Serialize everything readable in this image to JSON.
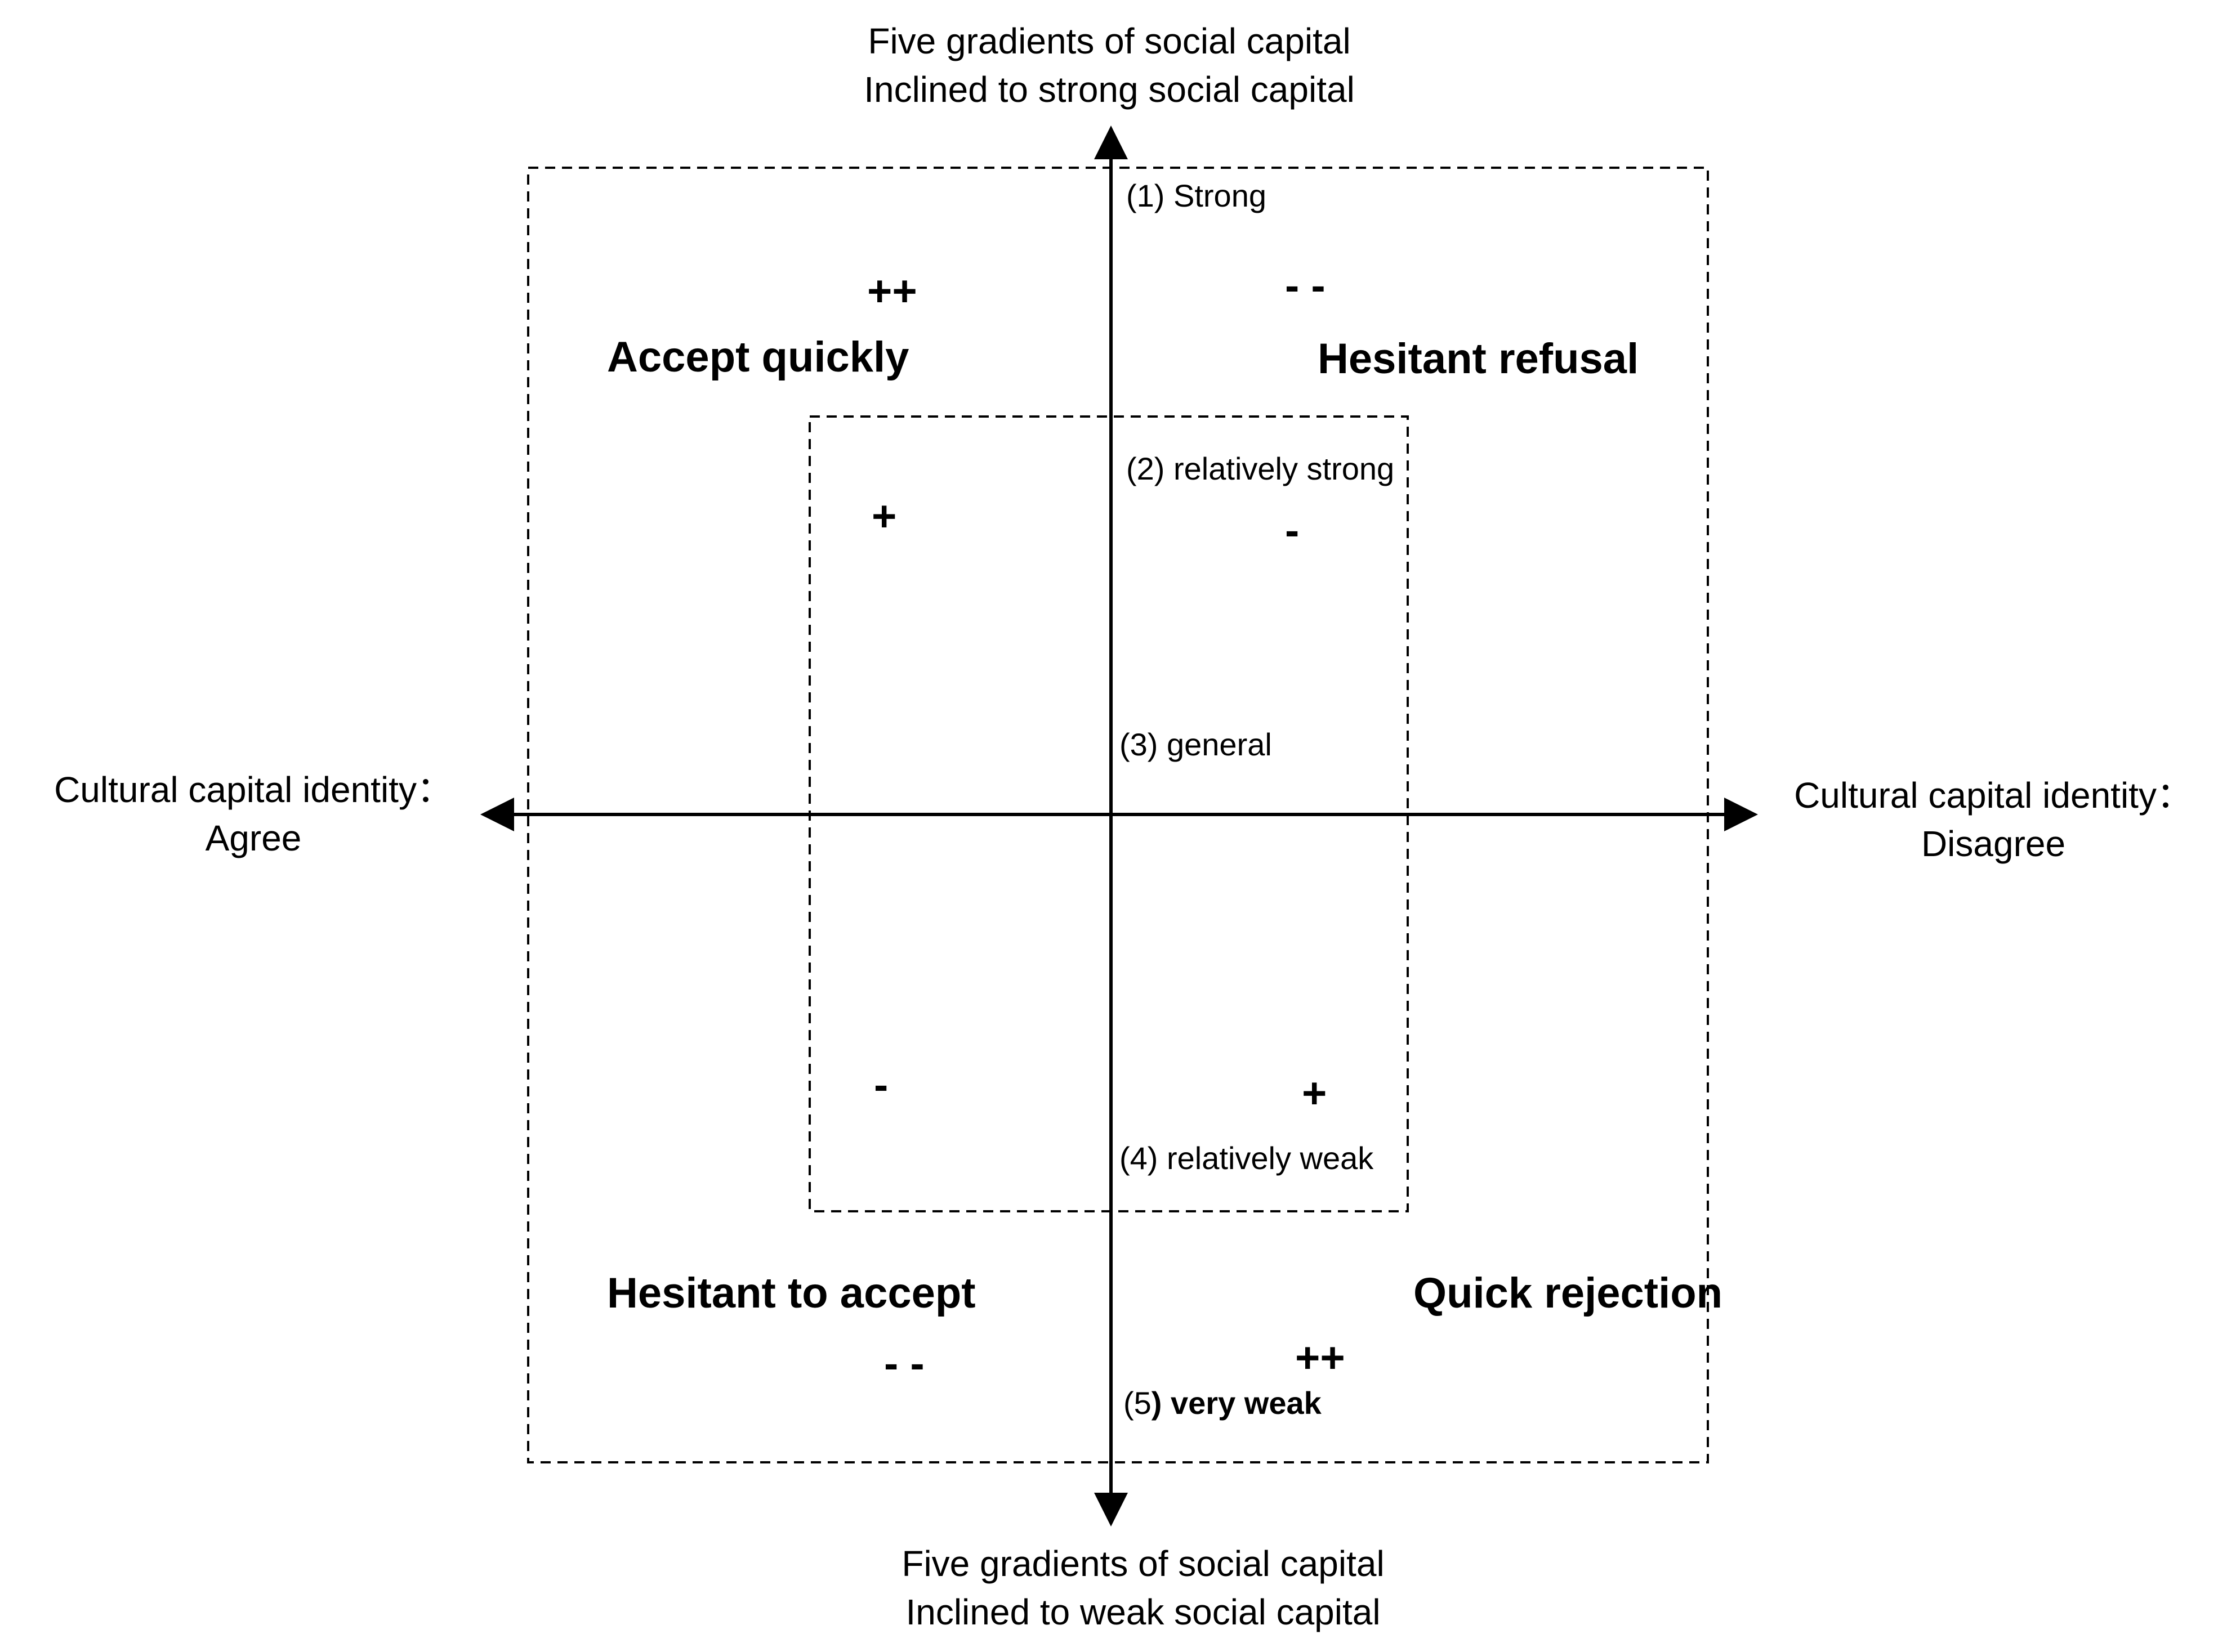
{
  "axes": {
    "top_line1": "Five gradients of social capital",
    "top_line2": "Inclined to strong social capital",
    "bottom_line1": "Five gradients of social capital",
    "bottom_line2": "Inclined to weak social capital",
    "left_line1": "Cultural capital identity：",
    "left_line2": "Agree",
    "right_line1": "Cultural capital identity：",
    "right_line2": "Disagree"
  },
  "gradients": {
    "g1": "(1) Strong",
    "g2": "(2) relatively  strong",
    "g3": "(3) general",
    "g4": "(4) relatively  weak",
    "g5_prefix": "(5",
    "g5_bold": ") very weak"
  },
  "quadrants": {
    "top_left": "Accept quickly",
    "top_right": "Hesitant refusal",
    "bottom_left": "Hesitant to accept",
    "bottom_right": "Quick rejection"
  },
  "signs": {
    "top_left_outer": "++",
    "top_right_outer": "- -",
    "top_left_inner": "+",
    "top_right_inner": "-",
    "bottom_left_inner": "-",
    "bottom_right_inner": "+",
    "bottom_left_outer": "- -",
    "bottom_right_outer": "++"
  }
}
